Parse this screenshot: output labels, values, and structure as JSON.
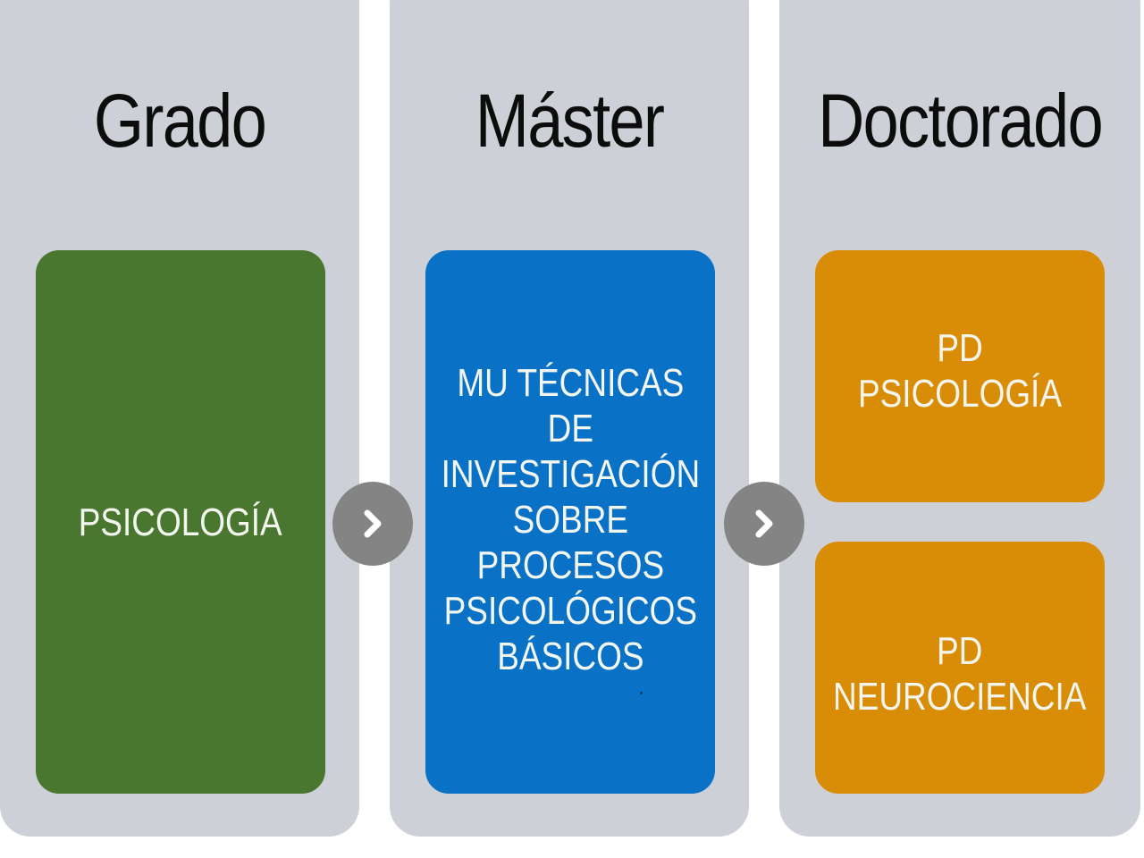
{
  "columns": [
    {
      "title": "Grado",
      "cards": [
        "PSICOLOGÍA"
      ]
    },
    {
      "title": "Máster",
      "cards": [
        "MU TÉCNICAS\nDE\nINVESTIGACIÓN\nSOBRE\nPROCESOS\nPSICOLÓGICOS\nBÁSICOS"
      ]
    },
    {
      "title": "Doctorado",
      "cards": [
        "PD PSICOLOGÍA",
        "PD\nNEUROCIENCIA"
      ]
    }
  ],
  "colors": {
    "column_bg": "#cdd1d7",
    "grado_card": "#4a7730",
    "master_card": "#0a72c6",
    "doctorado_card": "#d98c05",
    "arrow_bg": "#848484"
  },
  "icons": {
    "arrow": "chevron-right-icon"
  }
}
